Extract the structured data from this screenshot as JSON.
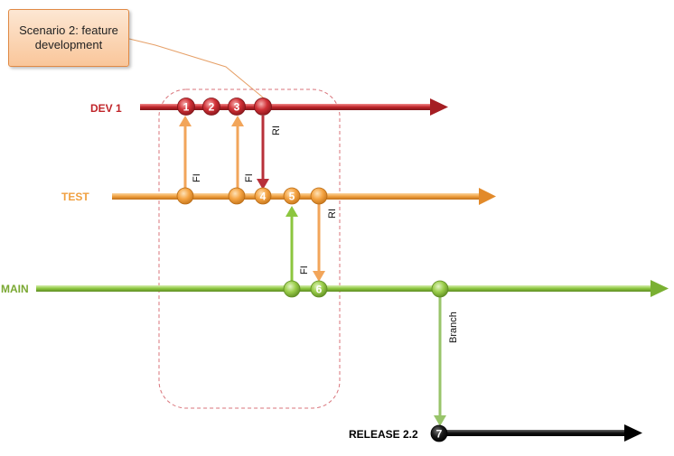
{
  "callout": {
    "text": "Scenario 2: feature development"
  },
  "branches": {
    "dev": {
      "label": "DEV 1",
      "color": "#c0252a"
    },
    "test": {
      "label": "TEST",
      "color": "#f0a040"
    },
    "main": {
      "label": "MAIN",
      "color": "#8cc63f"
    },
    "release": {
      "label": "RELEASE  2.2",
      "color": "#000000"
    }
  },
  "nodes": {
    "n1": "1",
    "n2": "2",
    "n3": "3",
    "n4": "4",
    "n5": "5",
    "n6": "6",
    "n7": "7"
  },
  "merges": {
    "fi_1": "FI",
    "fi_2": "FI",
    "ri_dev": "RI",
    "ri_test": "RI",
    "fi_main": "FI",
    "branch": "Branch"
  }
}
